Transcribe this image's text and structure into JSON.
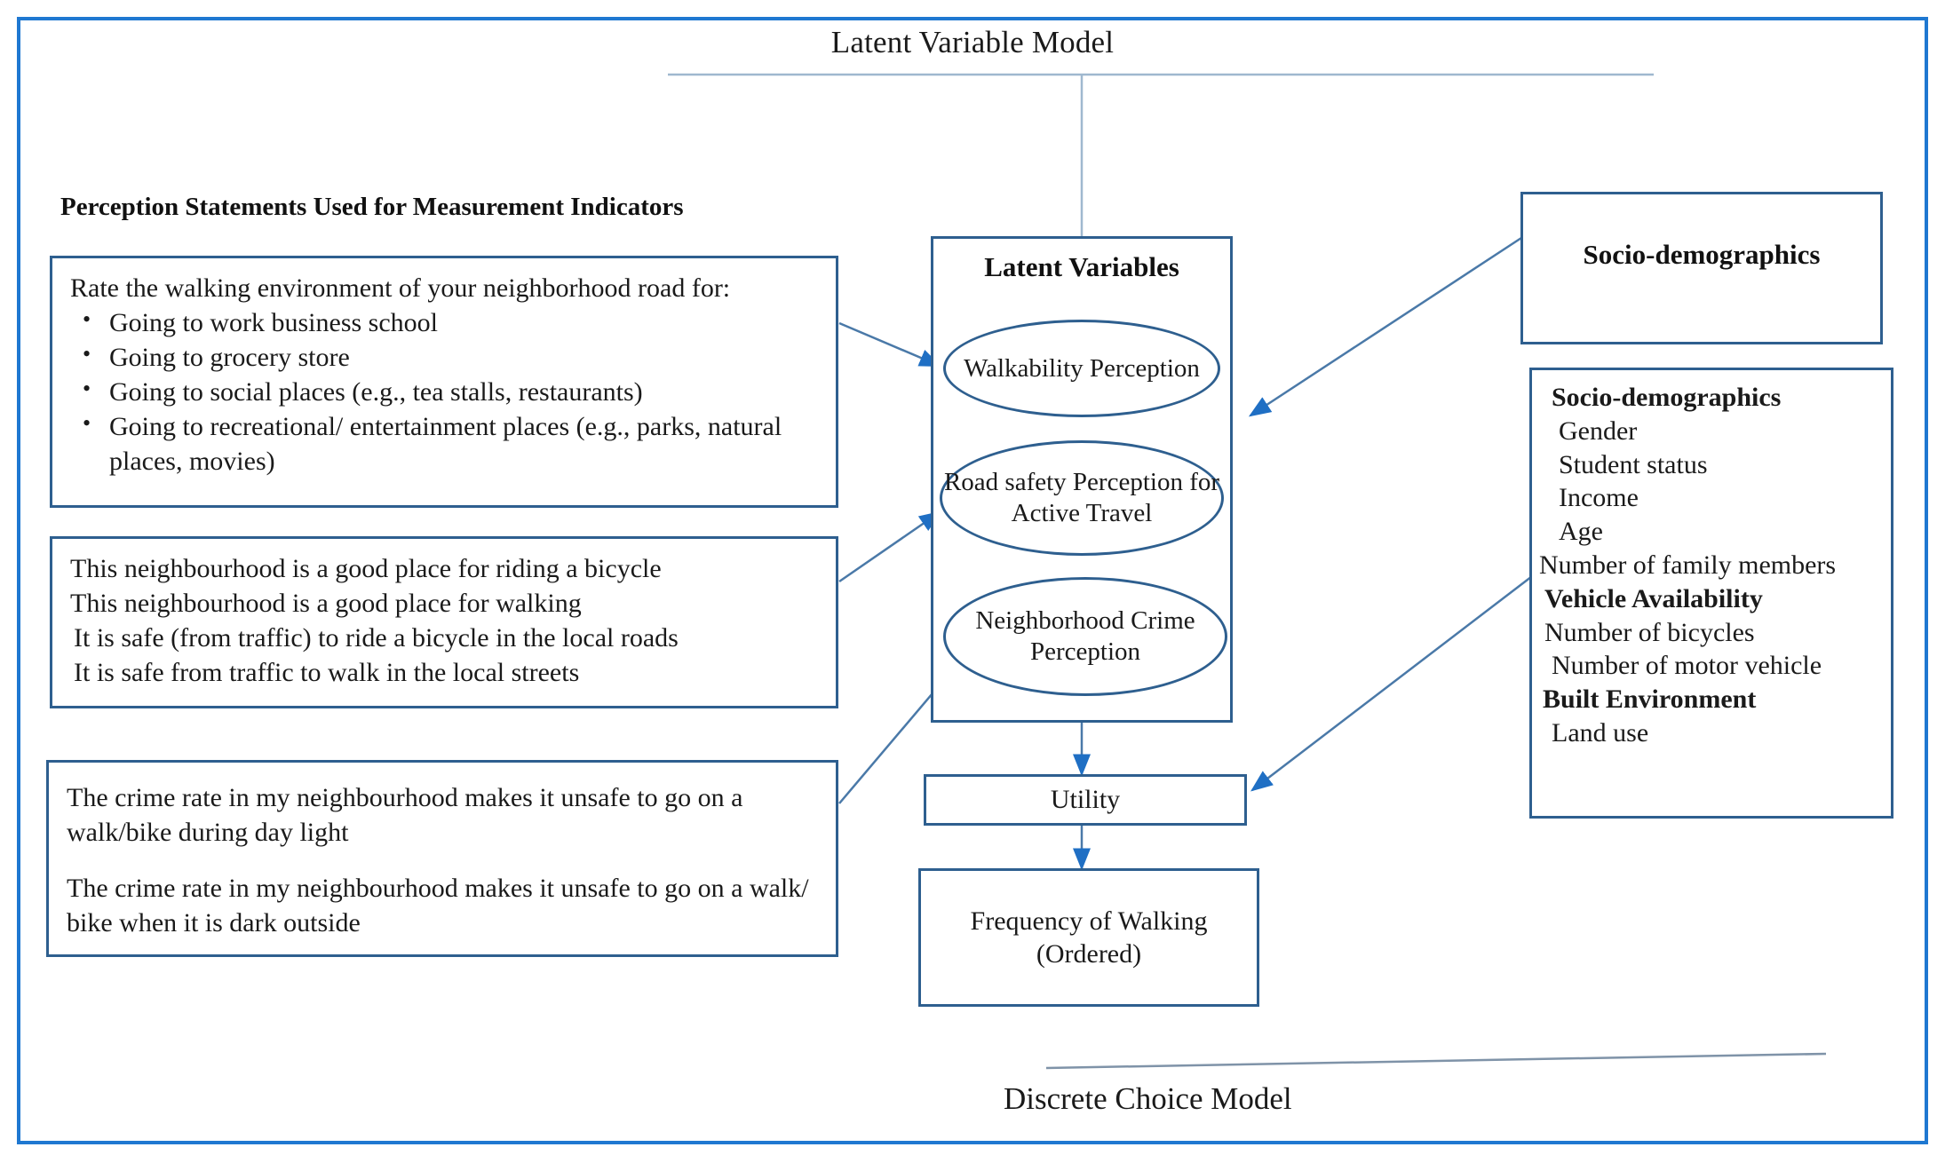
{
  "diagram": {
    "top_title": "Latent Variable Model",
    "bottom_title": "Discrete Choice Model",
    "accent_frame_color": "#1f78d1",
    "box_border_color": "#2e5f8f",
    "arrow_color": "#4a79a8"
  },
  "left": {
    "section_heading": "Perception Statements Used for Measurement Indicators",
    "walkability_box": {
      "intro": "Rate the walking environment of your neighborhood road for:",
      "bullets": [
        "Going to work business school",
        "Going to grocery store",
        "Going to social places (e.g., tea stalls, restaurants)",
        "Going to recreational/ entertainment places (e.g., parks, natural places, movies)"
      ]
    },
    "road_safety_box": {
      "lines": [
        "This neighbourhood is a good place for riding a bicycle",
        "This neighbourhood is a good place for walking",
        "It is safe (from traffic) to ride a bicycle in the local roads",
        "It is safe from traffic to walk in the local streets"
      ]
    },
    "crime_box": {
      "paragraphs": [
        "The crime rate in my neighbourhood makes it unsafe to go on a walk/bike during day light",
        "The crime rate in my neighbourhood makes it unsafe to go on a walk/ bike when it is dark outside"
      ]
    }
  },
  "center": {
    "latent_title": "Latent Variables",
    "latent_variables": [
      "Walkability Perception",
      "Road safety Perception for Active Travel",
      "Neighborhood Crime Perception"
    ],
    "utility_label": "Utility",
    "outcome_label": "Frequency of Walking (Ordered)"
  },
  "right": {
    "sociodem_title_box": "Socio-demographics",
    "detail_box": {
      "groups": [
        {
          "heading": "Socio-demographics",
          "items": [
            "Gender",
            "Student status",
            "Income",
            "Age",
            "Number of family members"
          ]
        },
        {
          "heading": "Vehicle Availability",
          "items": [
            "Number of bicycles",
            "Number of motor vehicle"
          ]
        },
        {
          "heading": "Built Environment",
          "items": [
            "Land use"
          ]
        }
      ]
    }
  }
}
